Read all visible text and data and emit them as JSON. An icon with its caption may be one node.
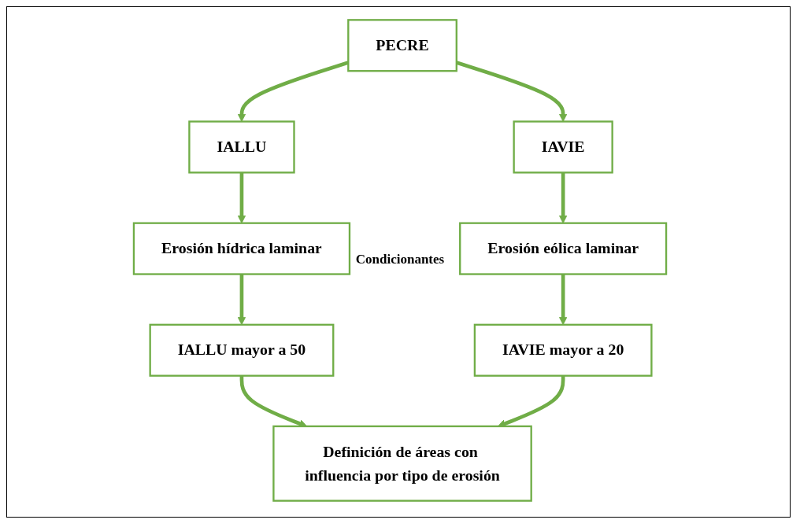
{
  "diagram": {
    "nodes": [
      {
        "text": [
          "PECRE"
        ]
      },
      {
        "text": [
          "IALLU"
        ]
      },
      {
        "text": [
          "IAVIE"
        ]
      },
      {
        "text": [
          "Erosión hídrica laminar"
        ]
      },
      {
        "text": [
          "Erosión eólica laminar"
        ]
      },
      {
        "text": [
          "IALLU mayor a 50"
        ]
      },
      {
        "text": [
          "IAVIE mayor a 20"
        ]
      },
      {
        "text": [
          "Definición de áreas con influencia por tipo de erosión"
        ]
      }
    ],
    "edges": [
      {
        "from": 0,
        "to": 1,
        "arrow": "to"
      },
      {
        "from": 0,
        "to": 2,
        "arrow": "to"
      },
      {
        "from": 1,
        "to": 3,
        "arrow": "to"
      },
      {
        "from": 2,
        "to": 4,
        "arrow": "to"
      },
      {
        "from": 3,
        "to": 5,
        "arrow": "to"
      },
      {
        "from": 4,
        "to": 6,
        "arrow": "to"
      },
      {
        "from": 5,
        "to": 7,
        "arrow": "to"
      },
      {
        "from": 6,
        "to": 7,
        "arrow": "to"
      }
    ],
    "labels": [
      "Condicionantes"
    ]
  }
}
